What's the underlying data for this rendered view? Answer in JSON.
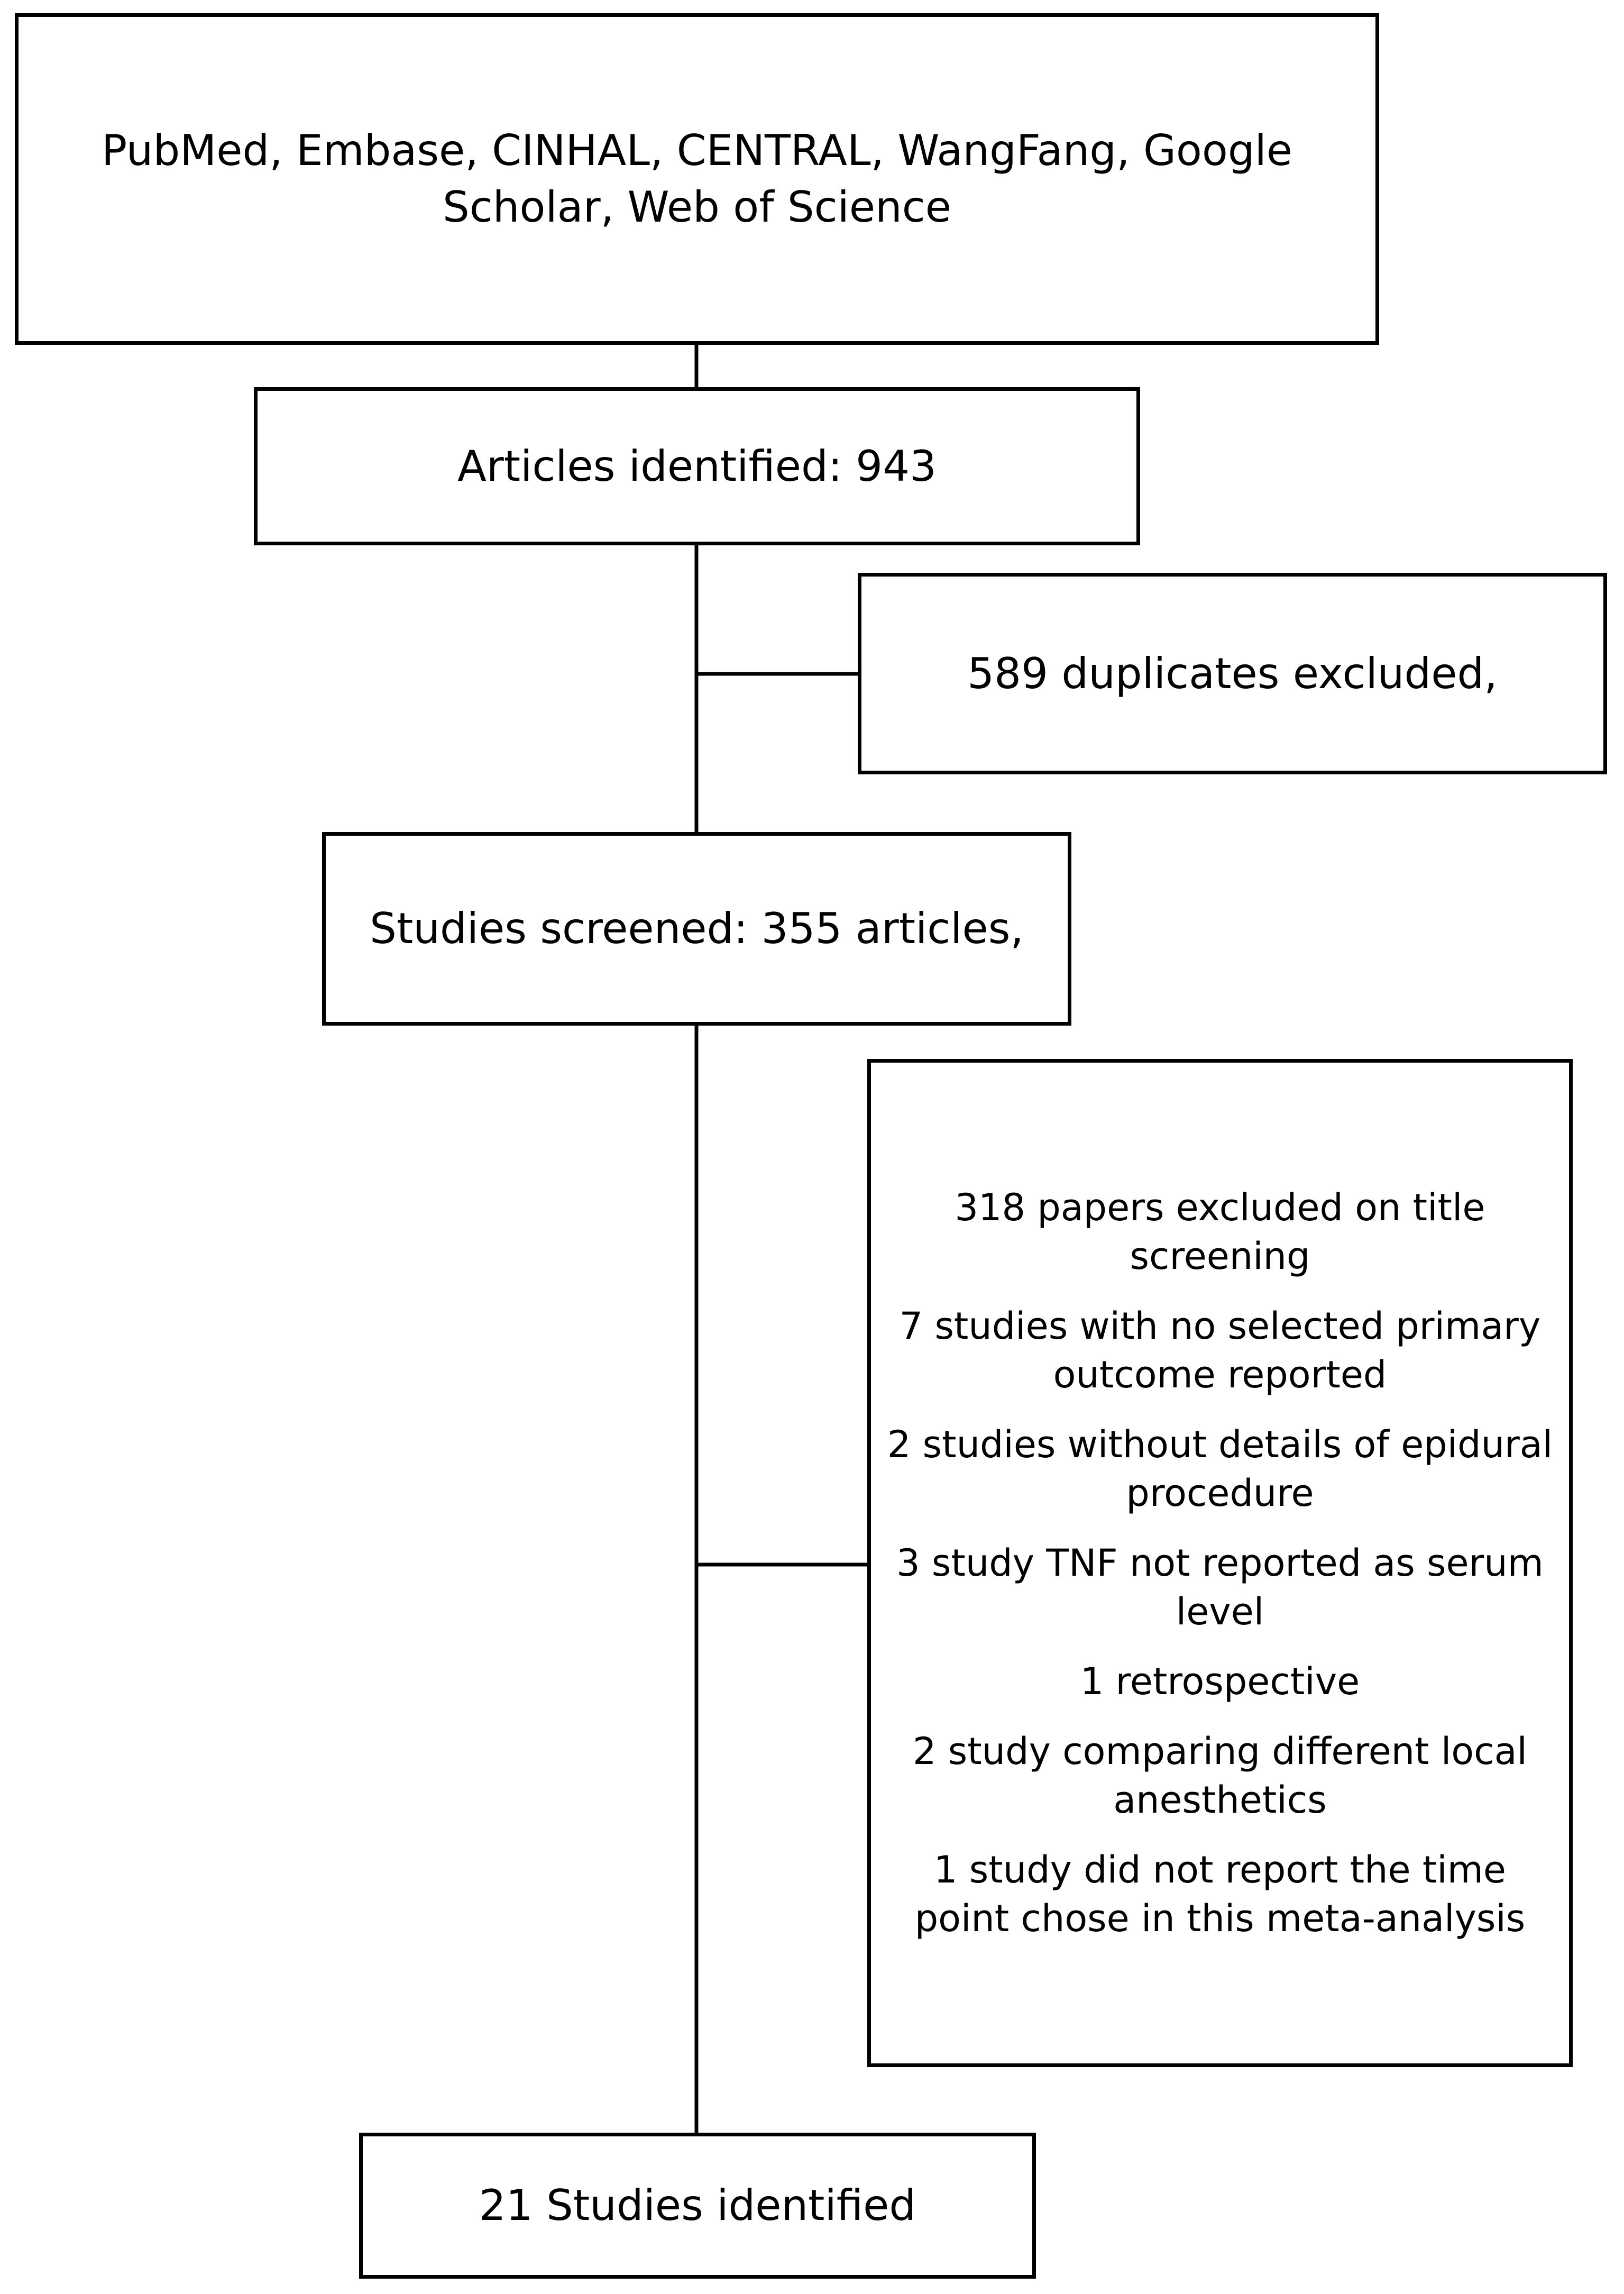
{
  "diagram": {
    "type": "flowchart",
    "nodes": [
      {
        "id": "sources",
        "label": "PubMed, Embase, CINHAL, CENTRAL, WangFang, Google Scholar, Web of Science"
      },
      {
        "id": "identified",
        "label": "Articles identified: 943"
      },
      {
        "id": "duplicates",
        "label": "589 duplicates excluded,"
      },
      {
        "id": "screened",
        "label": "Studies screened: 355 articles,"
      },
      {
        "id": "exclusions",
        "items": [
          "318 papers excluded on title screening",
          "7 studies with no selected primary outcome reported",
          "2 studies without details of epidural procedure",
          "3 study TNF not reported as serum level",
          "1 retrospective",
          "2 study  comparing different local anesthetics",
          "1 study did not report the time point chose in this meta-analysis"
        ]
      },
      {
        "id": "final",
        "label": "21 Studies identified"
      }
    ],
    "edges": [
      {
        "from": "sources",
        "to": "identified"
      },
      {
        "from": "identified",
        "to": "duplicates",
        "kind": "branch"
      },
      {
        "from": "identified",
        "to": "screened"
      },
      {
        "from": "screened",
        "to": "exclusions",
        "kind": "branch"
      },
      {
        "from": "screened",
        "to": "final"
      }
    ]
  }
}
